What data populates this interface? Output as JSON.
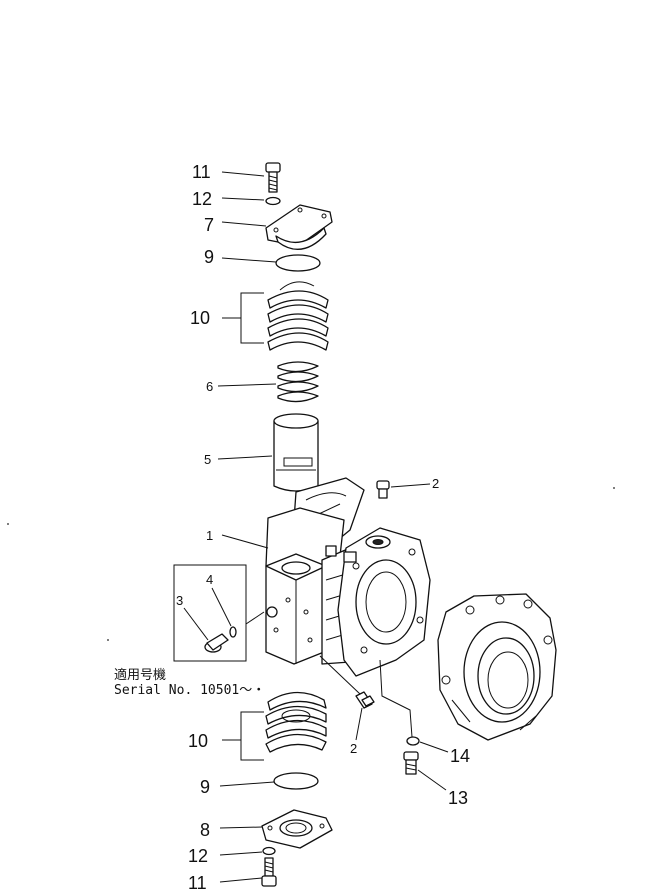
{
  "callouts": {
    "c11_top": "11",
    "c12_top": "12",
    "c7": "7",
    "c9_top": "9",
    "c10_top": "10",
    "c6": "6",
    "c5": "5",
    "c2_top": "2",
    "c1": "1",
    "c4": "4",
    "c3": "3",
    "c10_bottom": "10",
    "c2_bottom": "2",
    "c14": "14",
    "c9_bottom": "9",
    "c13": "13",
    "c8": "8",
    "c12_bottom": "12",
    "c11_bottom": "11"
  },
  "serial_note": {
    "line1": "適用号機",
    "line2": "Serial No. 10501～・"
  }
}
